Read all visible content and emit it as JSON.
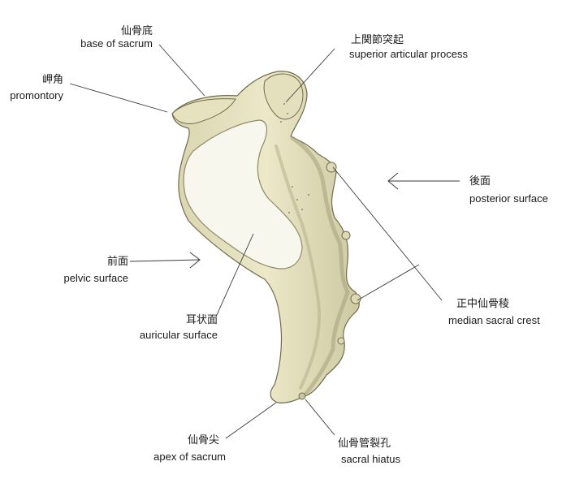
{
  "labels": {
    "base_of_sacrum": {
      "ja": "仙骨底",
      "en": "base of sacrum"
    },
    "superior_articular_process": {
      "ja": "上関節突起",
      "en": "superior articular process"
    },
    "promontory": {
      "ja": "岬角",
      "en": "promontory"
    },
    "posterior_surface": {
      "ja": "後面",
      "en": "posterior surface"
    },
    "pelvic_surface": {
      "ja": "前面",
      "en": "pelvic surface"
    },
    "auricular_surface": {
      "ja": "耳状面",
      "en": "auricular surface"
    },
    "median_sacral_crest": {
      "ja": "正中仙骨稜",
      "en": "median sacral crest"
    },
    "apex_of_sacrum": {
      "ja": "仙骨尖",
      "en": "apex of sacrum"
    },
    "sacral_hiatus": {
      "ja": "仙骨管裂孔",
      "en": "sacral hiatus"
    }
  },
  "colors": {
    "bone": "#ece8c6",
    "bone_shadow": "#b9b58e",
    "bone_outline": "#6f6b4f",
    "auricular": "#f7f7ee",
    "leader": "#3a3a3a"
  }
}
